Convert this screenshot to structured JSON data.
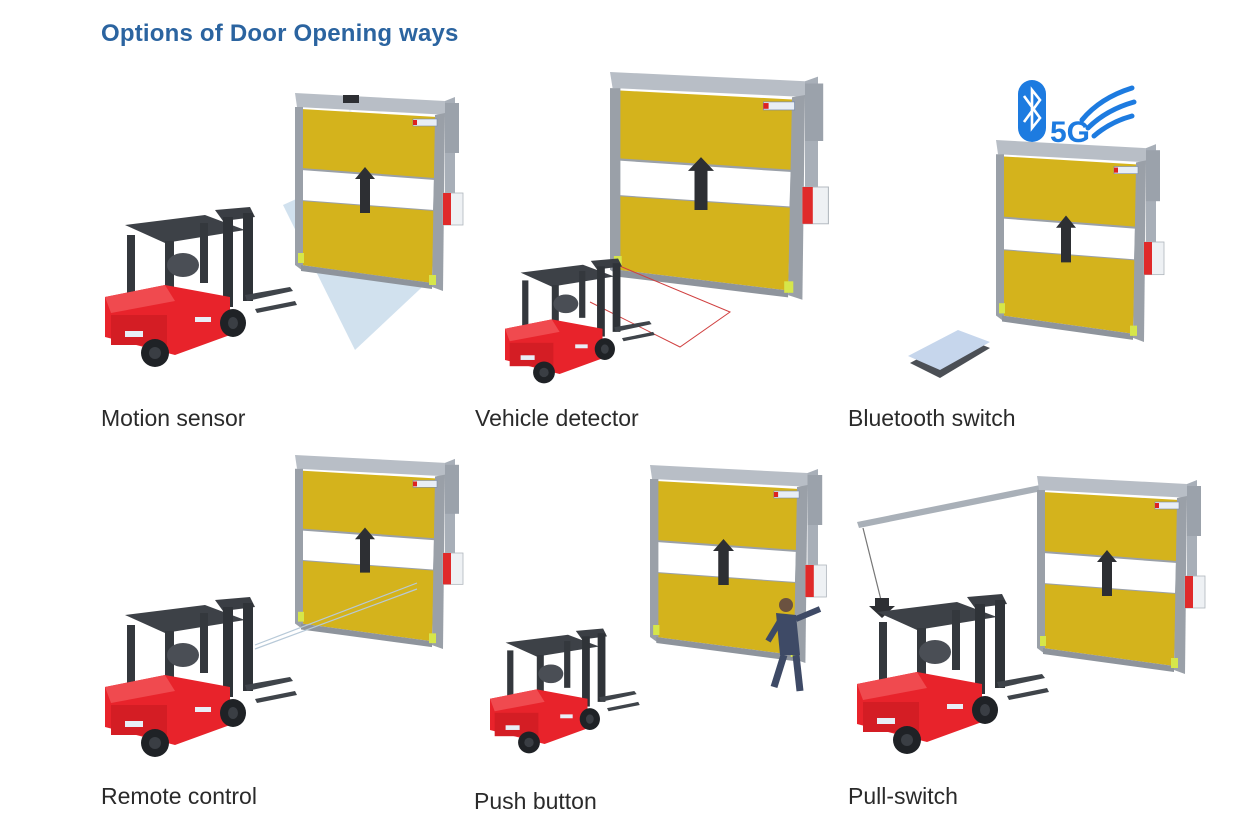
{
  "title": "Options of Door Opening ways",
  "colors": {
    "title": "#2b64a0",
    "door_curtain": "#d4b31c",
    "door_frame": "#9aa0a8",
    "forklift_body": "#e8232b",
    "forklift_cab": "#3b3f45",
    "sensor_beam": "#b9d3e6",
    "bluetooth_5g": "#1d7be0"
  },
  "options": [
    {
      "id": "motion-sensor",
      "label": "Motion sensor",
      "icon": "motion-sensor-scene"
    },
    {
      "id": "vehicle-detector",
      "label": "Vehicle detector",
      "icon": "vehicle-detector-scene"
    },
    {
      "id": "bluetooth-switch",
      "label": "Bluetooth switch",
      "icon": "bluetooth-switch-scene",
      "badge": "5G"
    },
    {
      "id": "remote-control",
      "label": "Remote control",
      "icon": "remote-control-scene"
    },
    {
      "id": "push-button",
      "label": "Push button",
      "icon": "push-button-scene"
    },
    {
      "id": "pull-switch",
      "label": "Pull-switch",
      "icon": "pull-switch-scene"
    }
  ]
}
